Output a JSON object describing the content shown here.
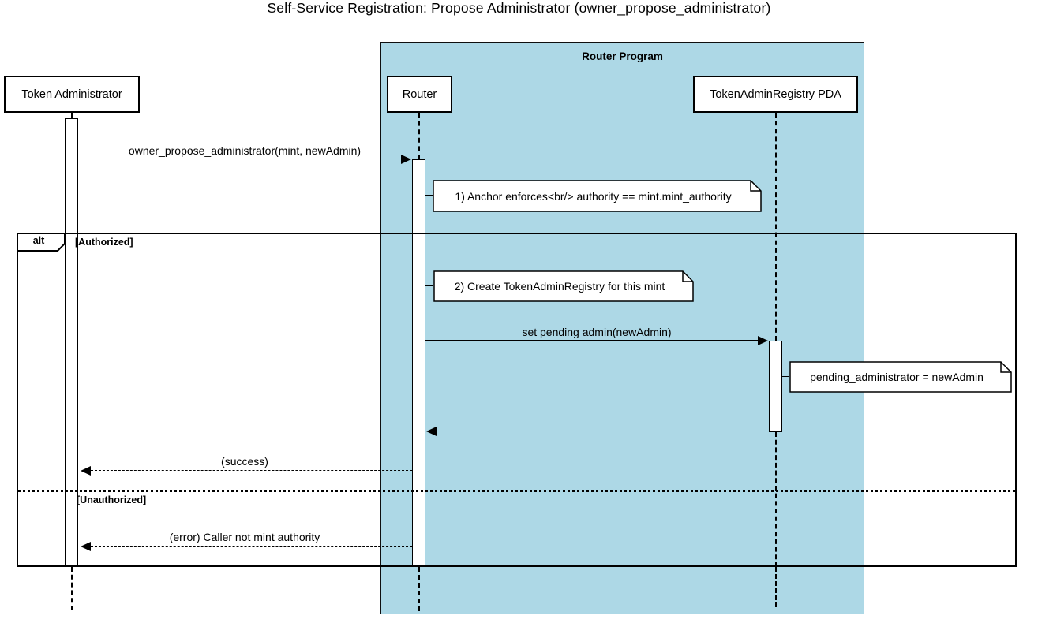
{
  "title": "Self-Service Registration: Propose Administrator (owner_propose_administrator)",
  "colors": {
    "program_fill": "#ADD8E6",
    "stroke": "#000000",
    "actor_fill": "#FFFFFF",
    "note_fill": "#FFFFFF",
    "background": "#FFFFFF"
  },
  "program_group": {
    "label": "Router Program"
  },
  "actors": {
    "token_admin": "Token Administrator",
    "router": "Router",
    "registry": "TokenAdminRegistry PDA"
  },
  "alt": {
    "operator": "alt",
    "authorized": "[Authorized]",
    "unauthorized": "[Unauthorized]"
  },
  "messages": {
    "propose": "owner_propose_administrator(mint, newAdmin)",
    "set_pending": "set pending admin(newAdmin)",
    "success": "(success)",
    "error": "(error) Caller not mint authority"
  },
  "notes": {
    "anchor_enforces": "1) Anchor enforces<br/> authority == mint.mint_authority",
    "create_registry": "2) Create TokenAdminRegistry for this mint",
    "pending_admin": "pending_administrator = newAdmin"
  }
}
